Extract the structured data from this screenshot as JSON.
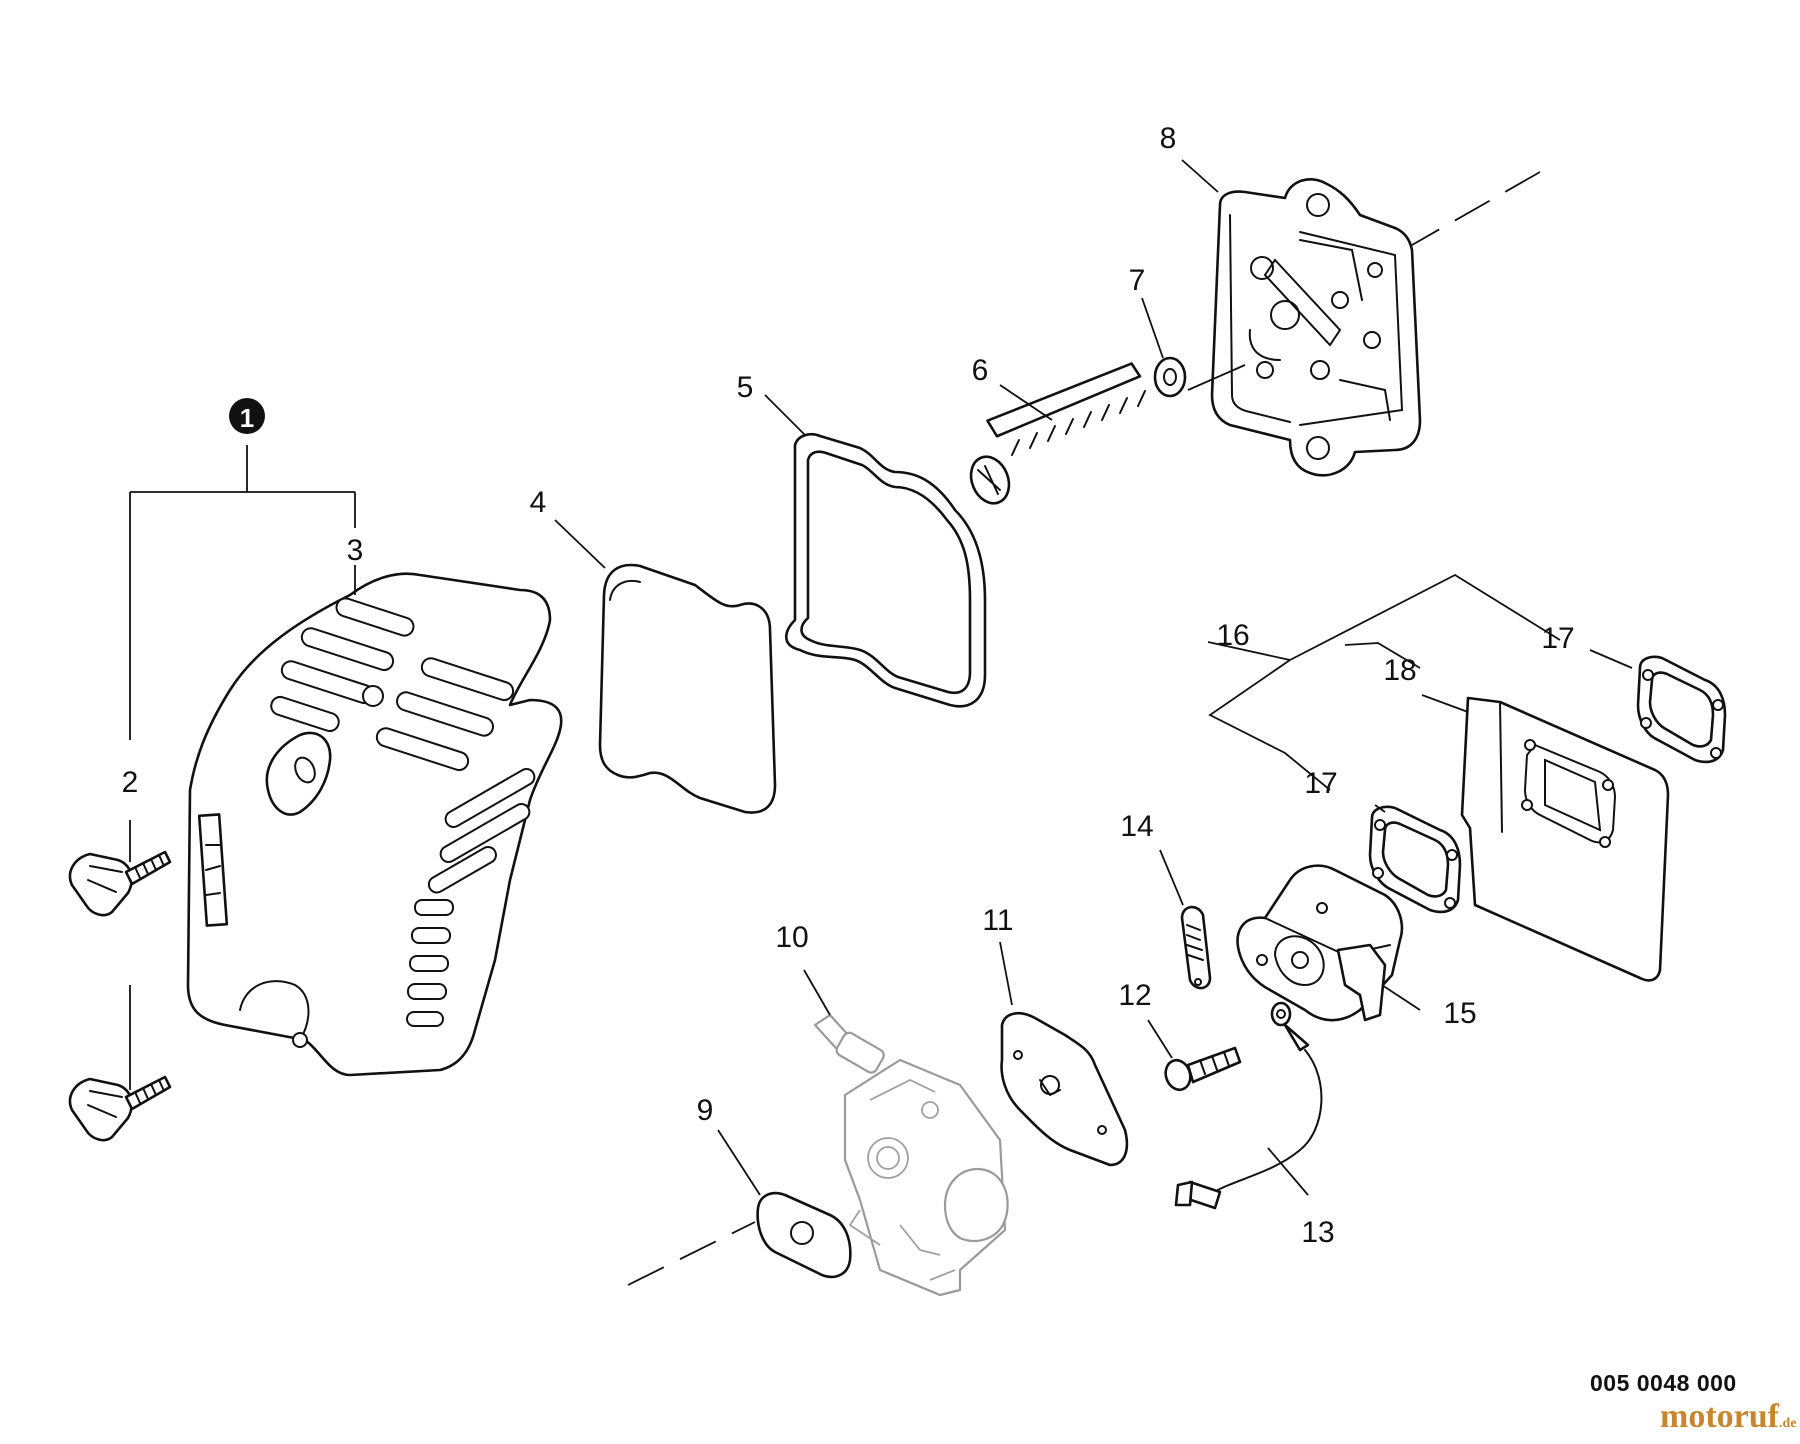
{
  "diagram": {
    "callouts": [
      {
        "id": "1",
        "label": "1",
        "circled": true
      },
      {
        "id": "2",
        "label": "2"
      },
      {
        "id": "3",
        "label": "3"
      },
      {
        "id": "4",
        "label": "4"
      },
      {
        "id": "5",
        "label": "5"
      },
      {
        "id": "6",
        "label": "6"
      },
      {
        "id": "7",
        "label": "7"
      },
      {
        "id": "8",
        "label": "8"
      },
      {
        "id": "9",
        "label": "9"
      },
      {
        "id": "10",
        "label": "10"
      },
      {
        "id": "11",
        "label": "11"
      },
      {
        "id": "12",
        "label": "12"
      },
      {
        "id": "13",
        "label": "13"
      },
      {
        "id": "14",
        "label": "14"
      },
      {
        "id": "15",
        "label": "15"
      },
      {
        "id": "16",
        "label": "16"
      },
      {
        "id": "17a",
        "label": "17"
      },
      {
        "id": "17b",
        "label": "17"
      },
      {
        "id": "18",
        "label": "18"
      }
    ],
    "reference_code": "005 0048 000",
    "watermark": {
      "text": "motoruf",
      "suffix": ".de",
      "color": "#c8862c"
    }
  }
}
